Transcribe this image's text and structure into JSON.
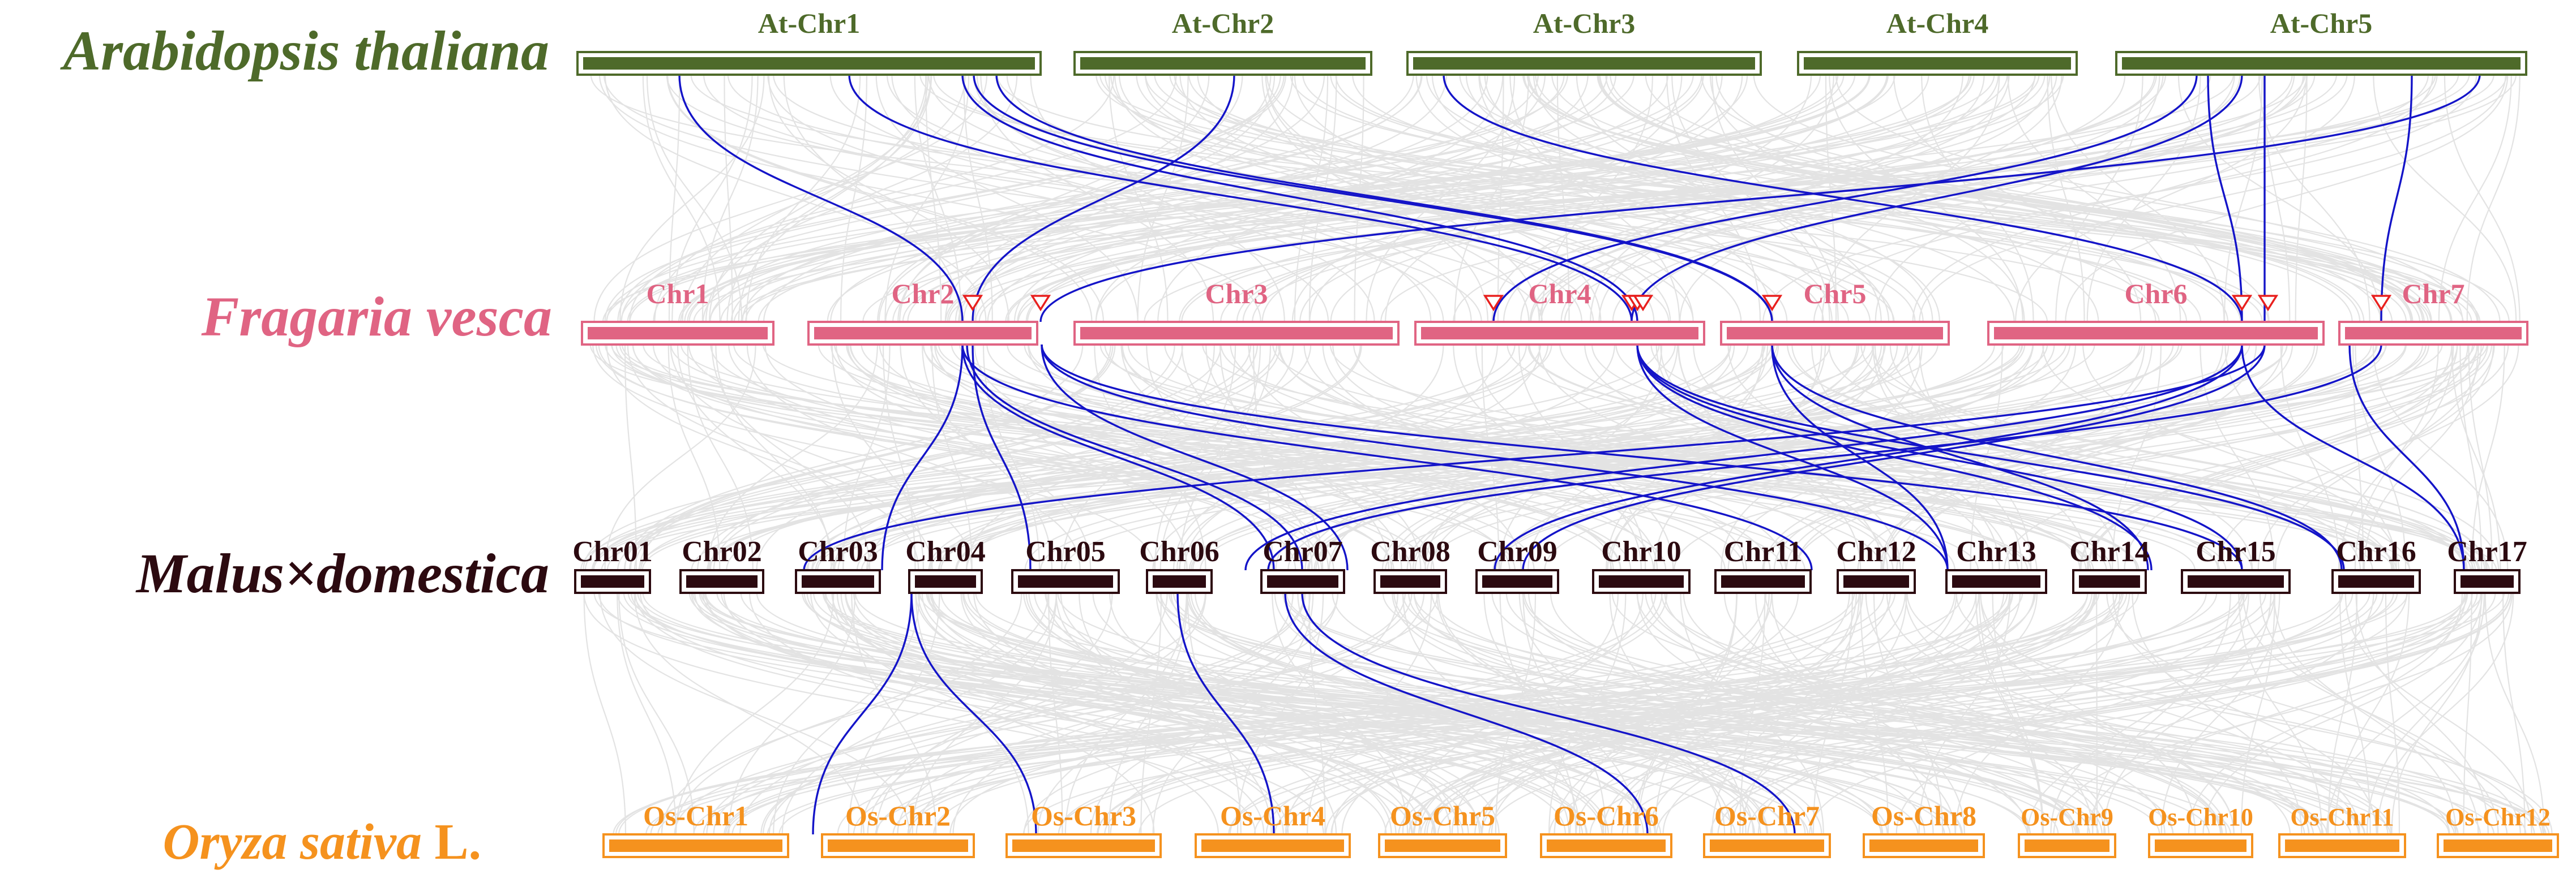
{
  "colors": {
    "background": "#ffffff",
    "synteny_background": "#dedede",
    "synteny_highlight": "#1414c8",
    "marker": "#e8201e",
    "arabidopsis": "#4e6a2a",
    "fragaria": "#e06483",
    "malus": "#2c0a10",
    "oryza": "#f5921e"
  },
  "species": [
    {
      "id": "at",
      "name": "Arabidopsis  thaliana",
      "suffix": ""
    },
    {
      "id": "fv",
      "name": "Fragaria  vesca",
      "suffix": ""
    },
    {
      "id": "md",
      "name": "Malus×domestica",
      "suffix": ""
    },
    {
      "id": "os",
      "name": "Oryza  sativa",
      "suffix": " L."
    }
  ],
  "chromosomes": {
    "at": [
      "At-Chr1",
      "At-Chr2",
      "At-Chr3",
      "At-Chr4",
      "At-Chr5"
    ],
    "fv": [
      "Chr1",
      "Chr2",
      "Chr3",
      "Chr4",
      "Chr5",
      "Chr6",
      "Chr7"
    ],
    "md": [
      "Chr01",
      "Chr02",
      "Chr03",
      "Chr04",
      "Chr05",
      "Chr06",
      "Chr07",
      "Chr08",
      "Chr09",
      "Chr10",
      "Chr11",
      "Chr12",
      "Chr13",
      "Chr14",
      "Chr15",
      "Chr16",
      "Chr17"
    ],
    "os": [
      "Os-Chr1",
      "Os-Chr2",
      "Os-Chr3",
      "Os-Chr4",
      "Os-Chr5",
      "Os-Chr6",
      "Os-Chr7",
      "Os-Chr8",
      "Os-Chr9",
      "Os-Chr10",
      "Os-Chr11",
      "Os-Chr12"
    ]
  }
}
